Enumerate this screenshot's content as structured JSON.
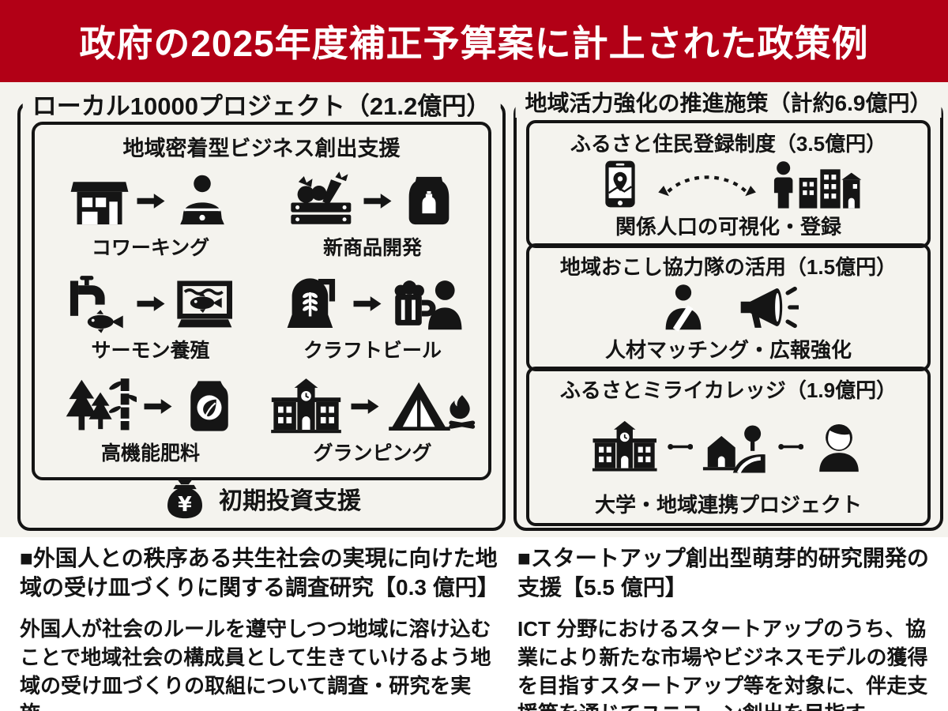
{
  "colors": {
    "banner_bg": "#b20016",
    "banner_fg": "#ffffff",
    "diagram_bg": "#f4f3ee",
    "ink": "#141414"
  },
  "banner": {
    "title": "政府の2025年度補正予算案に計上された政策例"
  },
  "left_panel": {
    "title": "ローカル10000プロジェクト（21.2億円）",
    "inner_title": "地域密着型ビジネス創出支援",
    "items": [
      {
        "from_icon": "storefront-icon",
        "to_icon": "person-laptop-icon",
        "label": "コワーキング"
      },
      {
        "from_icon": "vegetable-crate-icon",
        "to_icon": "product-package-icon",
        "label": "新商品開発"
      },
      {
        "from_icon": "faucet-fish-icon",
        "to_icon": "fish-tank-icon",
        "label": "サーモン養殖"
      },
      {
        "from_icon": "brew-tank-icon",
        "to_icon": "beer-person-icon",
        "label": "クラフトビール"
      },
      {
        "from_icon": "forest-bamboo-icon",
        "to_icon": "fertilizer-bag-icon",
        "label": "高機能肥料"
      },
      {
        "from_icon": "school-building-icon",
        "to_icon": "tent-campfire-icon",
        "label": "グランピング"
      }
    ],
    "footer": {
      "icon": "money-bag-icon",
      "label": "初期投資支援"
    }
  },
  "right_panel": {
    "title": "地域活力強化の推進施策（計約6.9億円）",
    "boxes": [
      {
        "title": "ふるさと住民登録制度（3.5億円）",
        "icons": [
          "smartphone-map-icon",
          "dotted-link-arrows-icon",
          "resident-town-icon"
        ],
        "caption": "関係人口の可視化・登録"
      },
      {
        "title": "地域おこし協力隊の活用（1.5億円）",
        "icons": [
          "volunteer-person-icon",
          "megaphone-icon"
        ],
        "caption": "人材マッチング・広報強化"
      },
      {
        "title": "ふるさとミライカレッジ（1.9億円）",
        "icons": [
          "university-icon",
          "link-connector-icon",
          "village-icon",
          "link-connector-icon",
          "student-icon"
        ],
        "caption": "大学・地域連携プロジェクト"
      }
    ]
  },
  "notes": {
    "left": {
      "heading": "■外国人との秩序ある共生社会の実現に向けた地域の受け皿づくりに関する調査研究【0.3 億円】",
      "body": "外国人が社会のルールを遵守しつつ地域に溶け込むことで地域社会の構成員として生きていけるよう地域の受け皿づくりの取組について調査・研究を実施。"
    },
    "right": {
      "heading": "■スタートアップ創出型萌芽的研究開発の支援【5.5 億円】",
      "body": "ICT 分野におけるスタートアップのうち、協業により新たな市場やビジネスモデルの獲得を目指すスタートアップ等を対象に、伴走支援等を通じてユニコーン創出を目指す"
    }
  }
}
